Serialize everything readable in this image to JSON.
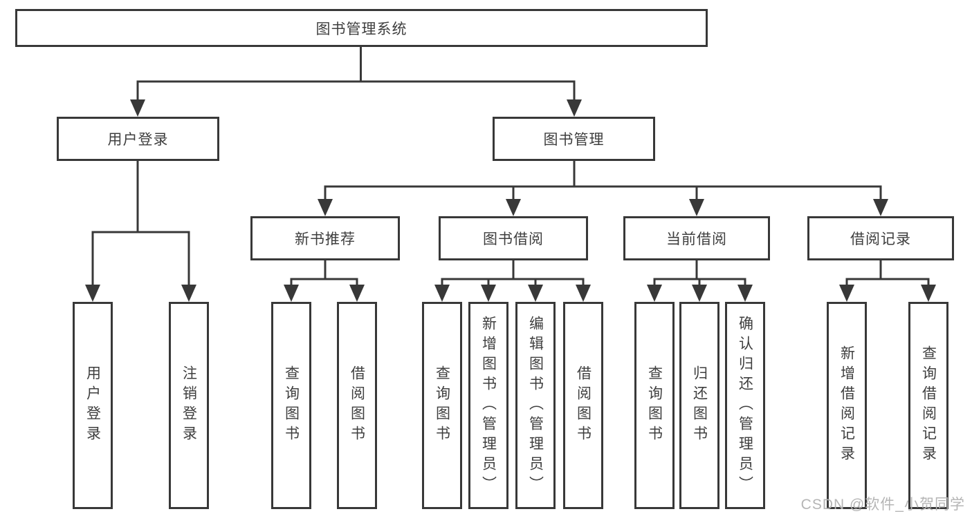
{
  "tree": {
    "root": {
      "label": "图书管理系统",
      "children": [
        {
          "label": "用户登录",
          "children": [
            {
              "label": "用户登录"
            },
            {
              "label": "注销登录"
            }
          ]
        },
        {
          "label": "图书管理",
          "children": [
            {
              "label": "新书推荐",
              "children": [
                {
                  "label": "查询图书"
                },
                {
                  "label": "借阅图书"
                }
              ]
            },
            {
              "label": "图书借阅",
              "children": [
                {
                  "label": "查询图书"
                },
                {
                  "label": "新增图书（管理员）"
                },
                {
                  "label": "编辑图书（管理员）"
                },
                {
                  "label": "借阅图书"
                }
              ]
            },
            {
              "label": "当前借阅",
              "children": [
                {
                  "label": "查询图书"
                },
                {
                  "label": "归还图书"
                },
                {
                  "label": "确认归还（管理员）"
                }
              ]
            },
            {
              "label": "借阅记录",
              "children": [
                {
                  "label": "新增借阅记录"
                },
                {
                  "label": "查询借阅记录"
                }
              ]
            }
          ]
        }
      ]
    }
  },
  "watermark": {
    "text": "CSDN @软件_小贺同学"
  },
  "colors": {
    "line": "#383838",
    "text": "#3e3e3e",
    "watermark": "#b5b5b5",
    "background": "#ffffff"
  }
}
